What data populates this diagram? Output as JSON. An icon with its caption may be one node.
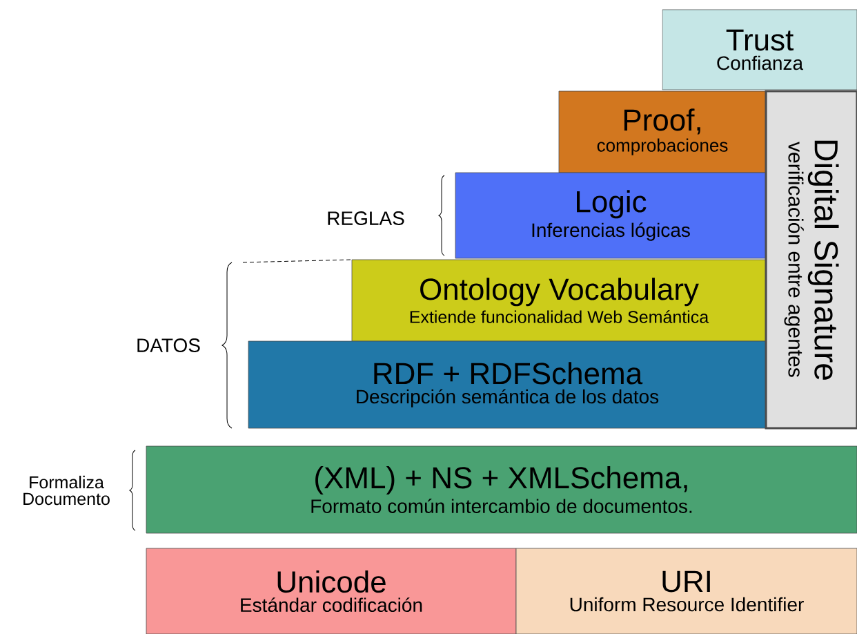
{
  "diagram": {
    "nodes": [
      {
        "text": [
          "Trust",
          "Confianza"
        ]
      },
      {
        "text": [
          "Proof,",
          "comprobaciones"
        ]
      },
      {
        "text": [
          "Logic",
          "Inferencias lógicas"
        ]
      },
      {
        "text": [
          "Ontology Vocabulary",
          "Extiende funcionalidad Web Semántica"
        ]
      },
      {
        "text": [
          "RDF + RDFSchema",
          "Descripción semántica de los datos"
        ]
      },
      {
        "text": [
          "Digital Signature",
          "verificación entre agentes"
        ]
      },
      {
        "text": [
          "(XML) + NS + XMLSchema,",
          "Formato común intercambio de documentos."
        ]
      },
      {
        "text": [
          "Unicode",
          "Estándar codificación"
        ]
      },
      {
        "text": [
          "URI",
          "Uniform Resource Identifier"
        ]
      }
    ],
    "labels": [
      "REGLAS",
      "DATOS",
      "Formaliza Documento"
    ]
  }
}
